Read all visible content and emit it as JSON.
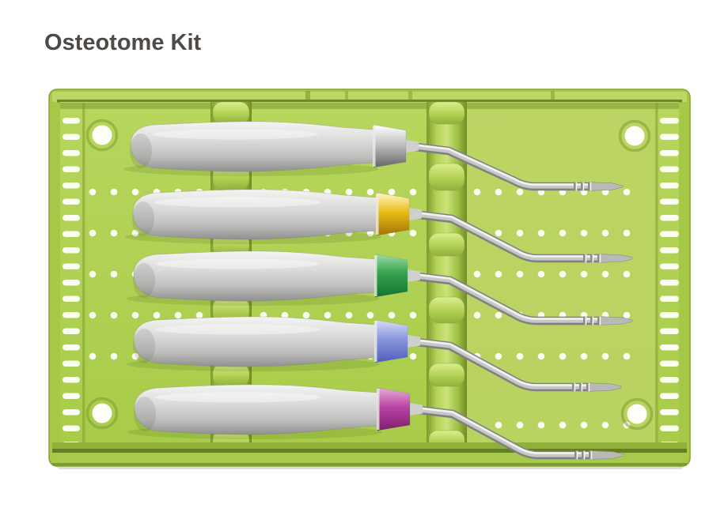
{
  "page": {
    "title": "Osteotome Kit"
  },
  "colors": {
    "title": "#4d4a47",
    "background": "#ffffff",
    "tray_body": "#a6c847",
    "tray_floor": "#b2d155",
    "tray_floor_right": "#bcd464",
    "tray_rim_shadow": "#5f7a1c",
    "rail_highlight": "#cce27a",
    "perforation": "#fbfdf0",
    "handle_light": "#f2f2f0",
    "handle_dark": "#8f8f8d"
  },
  "kit": {
    "instrument_count": 5
  },
  "instruments": [
    {
      "slot": 1,
      "ring_color_name": "silver",
      "collar": {
        "light": "#fafafa",
        "base": "#c2c2c4",
        "dark": "#6e6e71"
      }
    },
    {
      "slot": 2,
      "ring_color_name": "yellow",
      "collar": {
        "light": "#fdf0b0",
        "base": "#e9bd17",
        "dark": "#a87a06"
      }
    },
    {
      "slot": 3,
      "ring_color_name": "green",
      "collar": {
        "light": "#90d49a",
        "base": "#33a34c",
        "dark": "#187832"
      }
    },
    {
      "slot": 4,
      "ring_color_name": "blue",
      "collar": {
        "light": "#cdd5f3",
        "base": "#8a96dd",
        "dark": "#5463bd"
      }
    },
    {
      "slot": 5,
      "ring_color_name": "magenta",
      "collar": {
        "light": "#e2a0d2",
        "base": "#b944a3",
        "dark": "#842273"
      }
    }
  ]
}
